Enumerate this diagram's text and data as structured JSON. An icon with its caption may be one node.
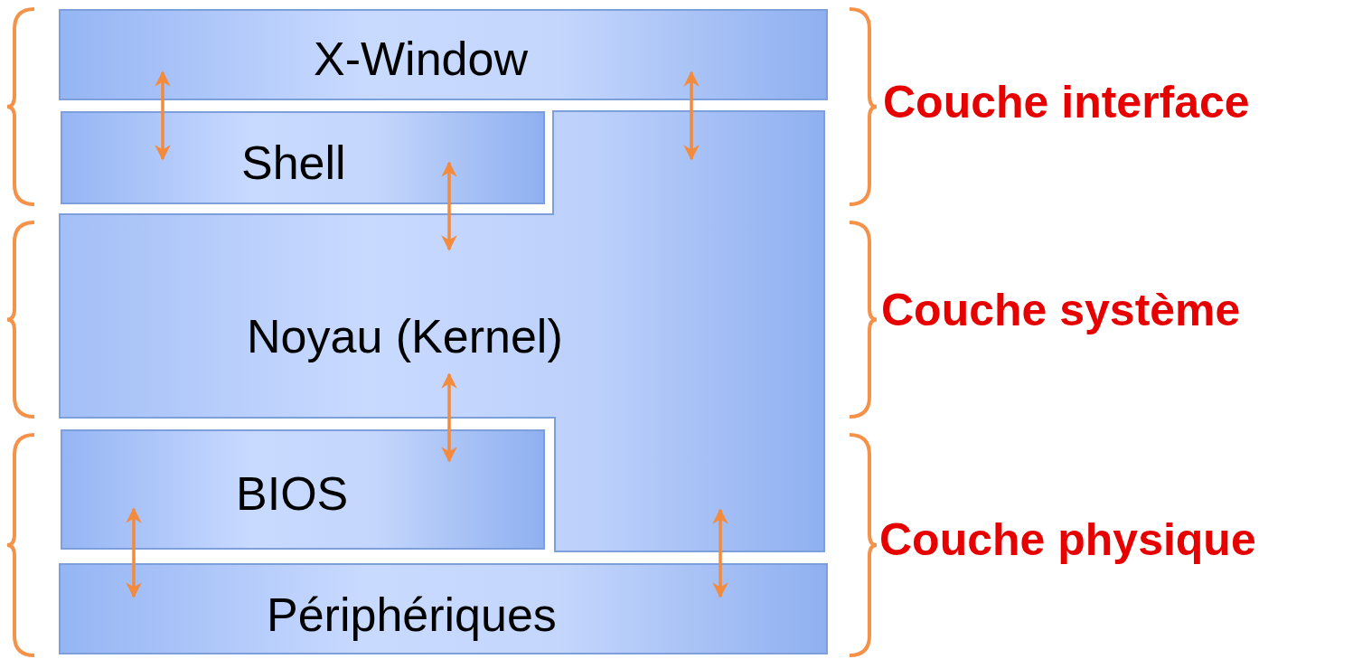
{
  "diagram": {
    "nodes": [
      {
        "text": [
          "X-Window"
        ]
      },
      {
        "text": [
          "Shell"
        ]
      },
      {
        "text": [
          "Noyau (Kernel)"
        ]
      },
      {
        "text": [
          "BIOS"
        ]
      },
      {
        "text": [
          "Périphériques"
        ]
      }
    ],
    "edges": [
      {
        "from": 0,
        "to": 1,
        "arrow": "both"
      },
      {
        "from": 0,
        "to": 2,
        "arrow": "both"
      },
      {
        "from": 1,
        "to": 2,
        "arrow": "both"
      },
      {
        "from": 2,
        "to": 3,
        "arrow": "both"
      },
      {
        "from": 3,
        "to": 4,
        "arrow": "both"
      },
      {
        "from": 2,
        "to": 4,
        "arrow": "both"
      }
    ],
    "labels": [
      "Couche interface",
      "Couche système",
      "Couche physique"
    ]
  }
}
